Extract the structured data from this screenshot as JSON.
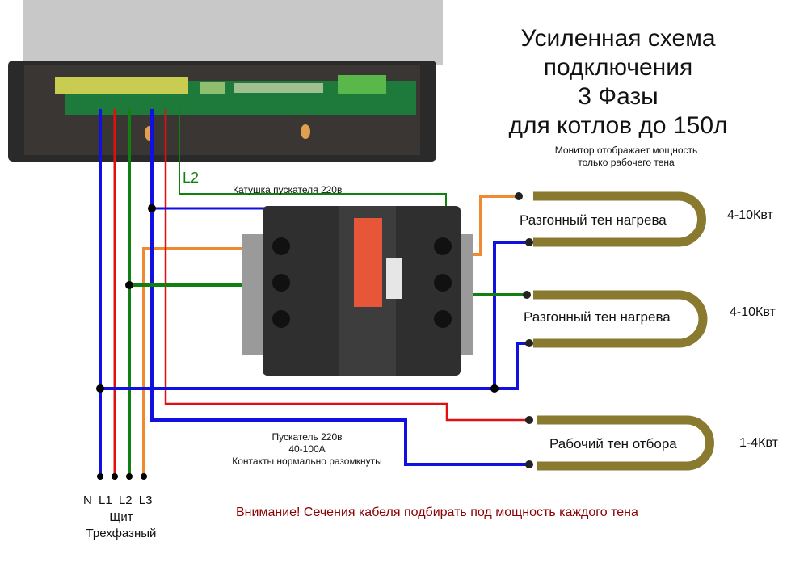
{
  "title": {
    "line1": "Усиленная схема",
    "line2": "подключения",
    "line3": "3 Фазы",
    "line4": "для котлов до 150л"
  },
  "monitor_note": {
    "line1": "Монитор отображает мощность",
    "line2": "только рабочего тена"
  },
  "coil_label": "Катушка пускателя 220в",
  "l2_label": "L2",
  "heaters": [
    {
      "label": "Разгонный тен нагрева",
      "power": "4-10Квт"
    },
    {
      "label": "Разгонный тен нагрева",
      "power": "4-10Квт"
    },
    {
      "label": "Рабочий тен отбора",
      "power": "1-4Квт"
    }
  ],
  "contactor_note": {
    "line1": "Пускатель 220в",
    "line2": "40-100А",
    "line3": "Контакты нормально разомкнуты"
  },
  "panel": {
    "terminals": [
      "N",
      "L1",
      "L2",
      "L3"
    ],
    "line1": "Щит",
    "line2": "Трехфазный"
  },
  "warning": "Внимание! Сечения кабеля подбирать под мощность каждого тена",
  "colors": {
    "neutral": "#1010e0",
    "l1": "#e01010",
    "l2": "#108010",
    "l3": "#f08a30",
    "warning": "#8b0000"
  }
}
